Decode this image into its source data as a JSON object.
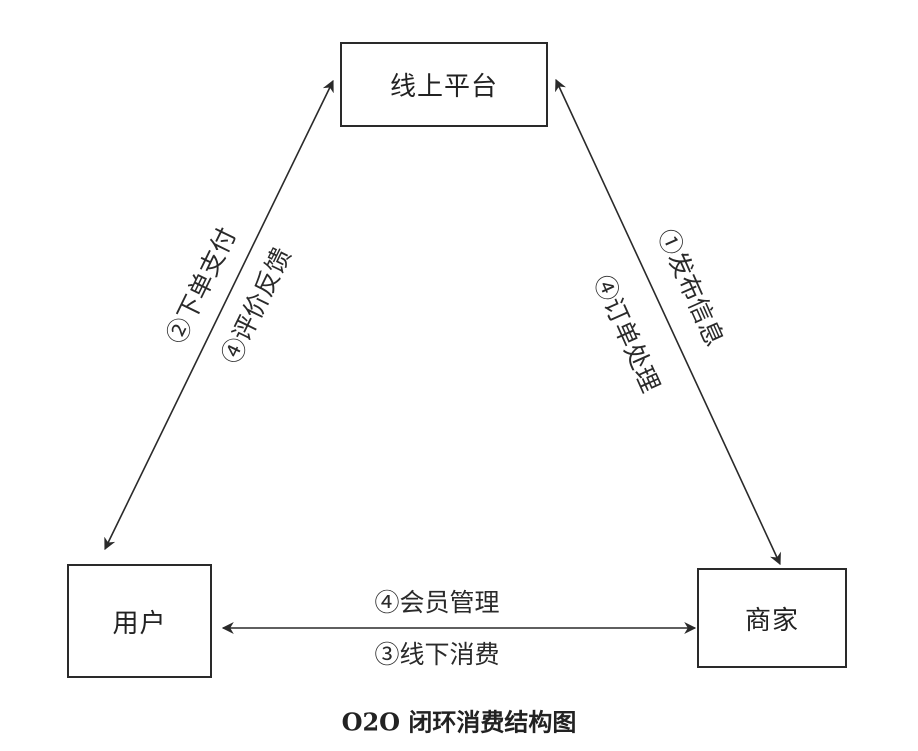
{
  "nodes": {
    "platform": "线上平台",
    "user": "用户",
    "merchant": "商家"
  },
  "edges": {
    "user_platform": {
      "label_outer": "②下单支付",
      "label_inner": "④评价反馈"
    },
    "platform_merchant": {
      "label_outer": "①发布信息",
      "label_inner": "④订单处理"
    },
    "user_merchant": {
      "label_top": "④会员管理",
      "label_bottom": "③线下消费"
    }
  },
  "caption": "O2O 闭环消费结构图"
}
